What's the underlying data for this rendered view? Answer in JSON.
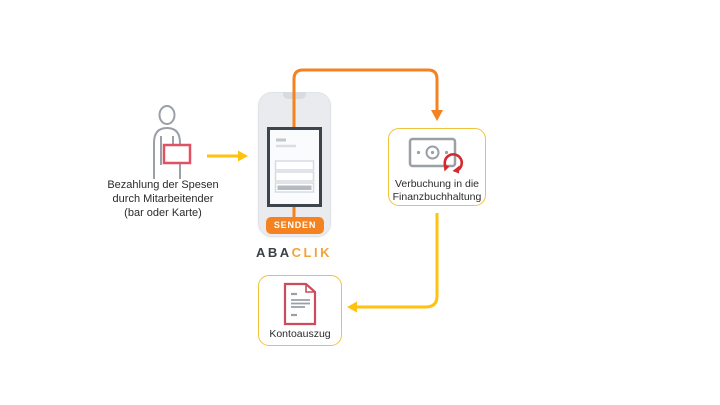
{
  "diagram_title": "ABACLIK expense flow diagram",
  "colors": {
    "orange_accent": "#f58220",
    "yellow_accent": "#ffc20e",
    "box_border_yellow": "#f0c23c",
    "logo_dark": "#3c4043",
    "logo_orange": "#f2a33c",
    "icon_gray": "#9aa0a6",
    "icon_red": "#d9485a",
    "text": "#2b2b2b"
  },
  "nodes": {
    "employee": {
      "icon": "person-with-receipt-icon",
      "caption": [
        "Bezahlung der Spesen",
        "durch Mitarbeitender",
        "(bar oder Karte)"
      ]
    },
    "phone": {
      "icon": "smartphone-receipt-form-icon",
      "send_button_label": "SENDEN",
      "logo_aba": "ABA",
      "logo_clik": "CLIK"
    },
    "finance": {
      "icon": "banknote-sync-icon",
      "caption": [
        "Verbuchung in die",
        "Finanzbuchhaltung"
      ]
    },
    "statement": {
      "icon": "bank-statement-icon",
      "caption": "Kontoauszug"
    }
  }
}
